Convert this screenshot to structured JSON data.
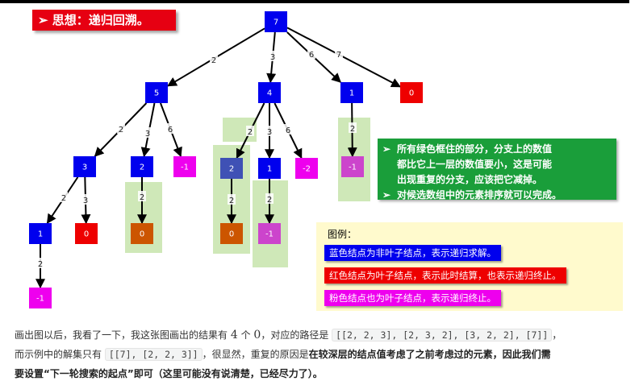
{
  "title": "➢ 思想：递归回溯。",
  "colors": {
    "blue": "#0000ee",
    "red": "#ee0000",
    "pink": "#ee00ee",
    "orange": "#cc5500",
    "dusk_blue": "#3f51b5",
    "orchid": "#cc44cc",
    "green_box": "#cfe8b8",
    "note_bg": "#1a9e3a",
    "legend_bg": "#fffacd"
  },
  "nodes": [
    {
      "id": "n7",
      "label": "7",
      "color": "blue"
    },
    {
      "id": "n5",
      "label": "5",
      "color": "blue"
    },
    {
      "id": "n4",
      "label": "4",
      "color": "blue"
    },
    {
      "id": "n1a",
      "label": "1",
      "color": "blue"
    },
    {
      "id": "n0a",
      "label": "0",
      "color": "red"
    },
    {
      "id": "n3",
      "label": "3",
      "color": "blue"
    },
    {
      "id": "n2a",
      "label": "2",
      "color": "blue"
    },
    {
      "id": "nm1a",
      "label": "-1",
      "color": "pink"
    },
    {
      "id": "n2b",
      "label": "2",
      "color": "dusk_blue"
    },
    {
      "id": "n1b",
      "label": "1",
      "color": "blue"
    },
    {
      "id": "nm2",
      "label": "-2",
      "color": "pink"
    },
    {
      "id": "nm1b",
      "label": "-1",
      "color": "orchid"
    },
    {
      "id": "n1c",
      "label": "1",
      "color": "blue"
    },
    {
      "id": "n0b",
      "label": "0",
      "color": "red"
    },
    {
      "id": "n0c",
      "label": "0",
      "color": "orange"
    },
    {
      "id": "n0d",
      "label": "0",
      "color": "orange"
    },
    {
      "id": "nm1c",
      "label": "-1",
      "color": "orchid"
    },
    {
      "id": "nm1d",
      "label": "-1",
      "color": "pink"
    }
  ],
  "edges": [
    {
      "from": "n7",
      "to": "n5",
      "label": "2"
    },
    {
      "from": "n7",
      "to": "n4",
      "label": "3"
    },
    {
      "from": "n7",
      "to": "n1a",
      "label": "6"
    },
    {
      "from": "n7",
      "to": "n0a",
      "label": "7"
    },
    {
      "from": "n5",
      "to": "n3",
      "label": "2"
    },
    {
      "from": "n5",
      "to": "n2a",
      "label": "3"
    },
    {
      "from": "n5",
      "to": "nm1a",
      "label": "6"
    },
    {
      "from": "n4",
      "to": "n2b",
      "label": "2"
    },
    {
      "from": "n4",
      "to": "n1b",
      "label": "3"
    },
    {
      "from": "n4",
      "to": "nm2",
      "label": "6"
    },
    {
      "from": "n1a",
      "to": "nm1b",
      "label": "2"
    },
    {
      "from": "n3",
      "to": "n1c",
      "label": "2"
    },
    {
      "from": "n3",
      "to": "n0b",
      "label": "3"
    },
    {
      "from": "n2a",
      "to": "n0c",
      "label": "2"
    },
    {
      "from": "n2b",
      "to": "n0d",
      "label": "2"
    },
    {
      "from": "n1b",
      "to": "nm1c",
      "label": "2"
    },
    {
      "from": "n1c",
      "to": "nm1d",
      "label": "2"
    }
  ],
  "note": {
    "bullet": "➢",
    "items": [
      "所有绿色框住的部分，分支上的数值\n都比它上一层的数值要小，这是可能\n出现重复的分支，应该把它减掉。",
      "对候选数组中的元素排序就可以完成。"
    ]
  },
  "legend": {
    "title": "图例：",
    "items": [
      {
        "text": "蓝色结点为非叶子结点，表示递归求解。",
        "color": "#0000ee"
      },
      {
        "text": "红色结点为叶子结点，表示此时结算，也表示递归终止。",
        "color": "#ee0000"
      },
      {
        "text": "粉色结点也为叶子结点，表示递归终止。",
        "color": "#ee00ee"
      }
    ]
  },
  "paragraph": {
    "s1": "画出图以后，我看了一下，我这张图画出的结果有 ",
    "n4": "4",
    "s2": " 个 ",
    "n0": "0",
    "s3": "，对应的路径是 ",
    "code1": "[[2, 2, 3], [2, 3, 2], [3, 2, 2], [7]]",
    "s4": "，",
    "s5": "而示例中的解集只有 ",
    "code2": "[[7], [2, 2, 3]]",
    "s6": "，很显然，重复的原因是",
    "b1": "在较深层的结点值考虑了之前考虑过的元素，因此我们需",
    "b2": "要设置“下一轮搜索的起点”即可（这里可能没有说清楚，已经尽力了）。"
  }
}
